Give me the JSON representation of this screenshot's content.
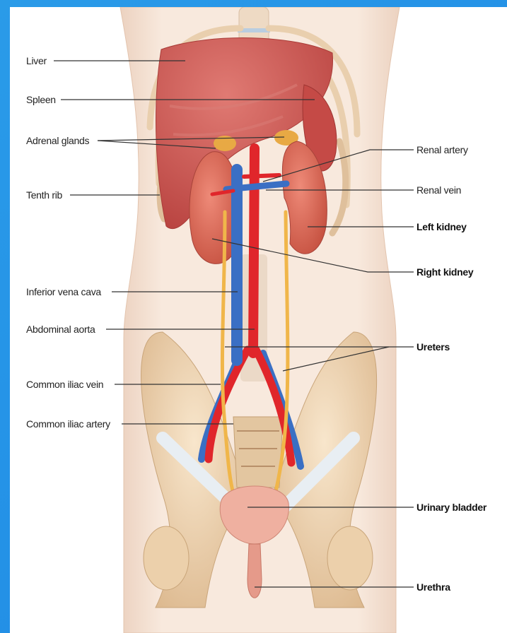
{
  "diagram": {
    "labels_left": [
      {
        "id": "liver",
        "text": "Liver"
      },
      {
        "id": "spleen",
        "text": "Spleen"
      },
      {
        "id": "adrenal",
        "text": "Adrenal glands"
      },
      {
        "id": "tenth-rib",
        "text": "Tenth rib"
      },
      {
        "id": "ivc",
        "text": "Inferior vena cava"
      },
      {
        "id": "aorta",
        "text": "Abdominal aorta"
      },
      {
        "id": "iliac-vein",
        "text": "Common iliac vein"
      },
      {
        "id": "iliac-artery",
        "text": "Common iliac artery"
      }
    ],
    "labels_right": [
      {
        "id": "renal-artery",
        "text": "Renal artery"
      },
      {
        "id": "renal-vein",
        "text": "Renal vein"
      },
      {
        "id": "left-kidney",
        "text": "Left kidney"
      },
      {
        "id": "right-kidney",
        "text": "Right kidney"
      },
      {
        "id": "ureters",
        "text": "Ureters"
      },
      {
        "id": "bladder",
        "text": "Urinary bladder"
      },
      {
        "id": "urethra",
        "text": "Urethra"
      }
    ],
    "colors": {
      "background": "#1e88e5",
      "skin": "#f6e4d6",
      "liver": "#c9504f",
      "kidney": "#d8695a",
      "adrenal": "#e8a944",
      "artery": "#e0262b",
      "vein": "#3a6fc4",
      "ureter": "#f0b64a",
      "bone": "#f1d7b4",
      "bladder": "#efb0a0"
    }
  }
}
